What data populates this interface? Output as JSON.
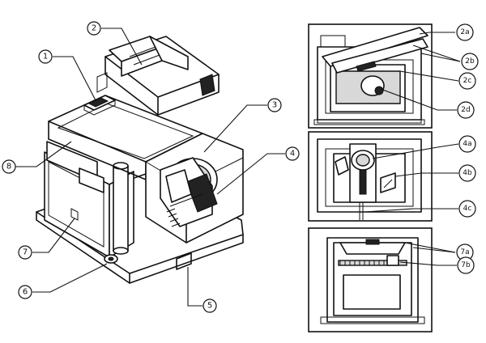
{
  "callouts": {
    "c1": "1",
    "c2": "2",
    "c3": "3",
    "c4": "4",
    "c5": "5",
    "c6": "6",
    "c7": "7",
    "c8": "8",
    "c2a": "2a",
    "c2b": "2b",
    "c2c": "2c",
    "c2d": "2d",
    "c4a": "4a",
    "c4b": "4b",
    "c4c": "4c",
    "c7a": "7a",
    "c7b": "7b"
  }
}
